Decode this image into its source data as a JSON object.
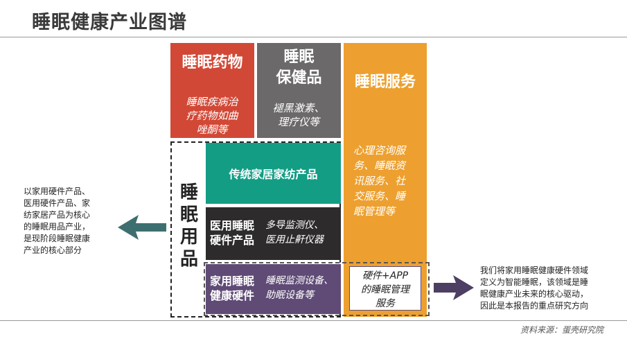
{
  "title": "睡眠健康产业图谱",
  "boxes": {
    "drug": {
      "title": "睡眠药物",
      "desc": [
        "睡眠疾病治",
        "疗药物如曲",
        "唑酮等"
      ]
    },
    "health": {
      "title": [
        "睡眠",
        "保健品"
      ],
      "desc": [
        "褪黑激素、",
        "理疗仪等"
      ]
    },
    "service": {
      "title": "睡眠服务",
      "desc": [
        "心理咨询服",
        "务、睡眠资",
        "讯服务、社",
        "交服务、睡",
        "眠管理等"
      ]
    },
    "sleep_products": {
      "label": [
        "睡",
        "眠",
        "用",
        "品"
      ]
    },
    "textile": {
      "title": "传统家居家纺产品"
    },
    "medical": {
      "title": [
        "医用睡眠",
        "硬件产品"
      ],
      "desc": [
        "多导监测仪、",
        "医用止鼾仪器"
      ]
    },
    "home_hardware": {
      "title": [
        "家用睡眠",
        "健康硬件"
      ],
      "desc": [
        "睡眠监测设备、",
        "助眠设备等"
      ]
    },
    "app": {
      "desc": [
        "硬件+APP",
        "的睡眠管理",
        "服务"
      ]
    }
  },
  "left_note": [
    "以家用硬件产品、",
    "医用硬件产品、家",
    "纺家居产品为核心",
    "的睡眠用品产业，",
    "是现阶段睡眠健康",
    "产业的核心部分"
  ],
  "right_note": [
    "我们将家用睡眠健康硬件领域",
    "定义为智能睡眠，该领域是睡",
    "眠健康产业未来的核心驱动，",
    "因此是本报告的重点研究方向"
  ],
  "source": "资料来源：蛋壳研究院",
  "colors": {
    "drug": "#d24836",
    "health": "#6b6969",
    "service": "#eda02f",
    "textile": "#139d85",
    "medical": "#2d2b2b",
    "home": "#5f4b76",
    "arrow_left": "#3d6f70",
    "arrow_right": "#4c3f63"
  }
}
